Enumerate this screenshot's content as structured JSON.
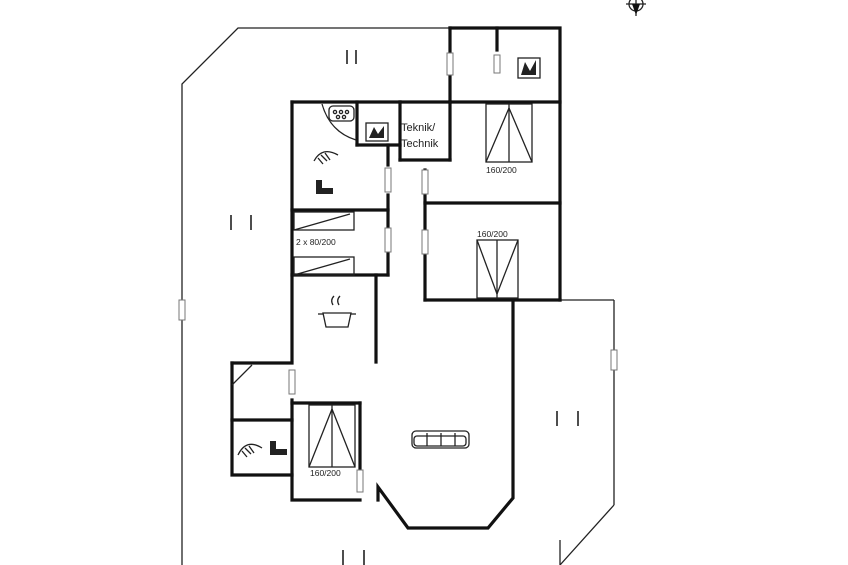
{
  "plan": {
    "rooms": {
      "technik_label_line1": "Teknik/",
      "technik_label_line2": "Technik"
    },
    "beds": {
      "bed_top_right": "160/200",
      "bed_mid_right": "160/200",
      "bed_bunk": "2 x 80/200",
      "bed_bottom_left": "160/200"
    },
    "icons": [
      "compass-icon",
      "sauna-stove-icon",
      "washing-machine-icon",
      "heat-pump-icon",
      "shower-icon",
      "toilet-icon",
      "cooking-pot-icon",
      "sofa-icon"
    ]
  }
}
